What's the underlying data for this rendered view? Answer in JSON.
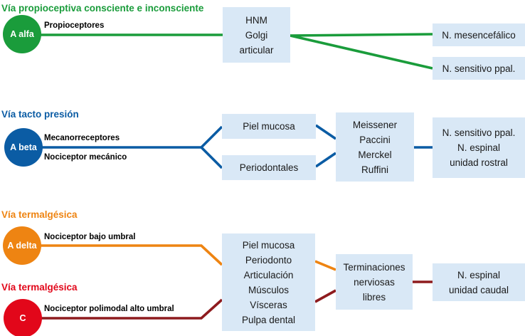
{
  "colors": {
    "green": "#1A9C3B",
    "blue": "#0B5CA4",
    "orange": "#EE8412",
    "red": "#E2071A",
    "dark_red_line": "#8E1B1E",
    "box_fill": "#D9E8F6",
    "box_text": "#1A1A1A"
  },
  "pathways": [
    {
      "heading": "Vía propioceptiva consciente e inconsciente",
      "fiber": "A alfa",
      "receptor_labels": [
        "Propioceptores"
      ],
      "color": "#1A9C3B"
    },
    {
      "heading": "Vía tacto presión",
      "fiber": "A beta",
      "receptor_labels": [
        "Mecanorreceptores",
        "Nociceptor mecánico"
      ],
      "color": "#0B5CA4"
    },
    {
      "heading": "Vía termalgésica",
      "fiber": "A delta",
      "receptor_labels": [
        "Nociceptor bajo umbral"
      ],
      "color": "#EE8412"
    },
    {
      "heading": "Vía termalgésica",
      "fiber": "C",
      "receptor_labels": [
        "Nociceptor polimodal alto umbral"
      ],
      "color": "#E2071A",
      "line_color": "#8E1B1E"
    }
  ],
  "boxes": {
    "hnm": {
      "lines": [
        "HNM",
        "Golgi",
        "articular"
      ]
    },
    "mesencefalico": {
      "lines": [
        "N. mesencefálico"
      ]
    },
    "sensitivo_ppal": {
      "lines": [
        "N. sensitivo ppal."
      ]
    },
    "piel_mucosa": {
      "lines": [
        "Piel mucosa"
      ]
    },
    "periodontales": {
      "lines": [
        "Periodontales"
      ]
    },
    "mecanorreceptor_tipos": {
      "lines": [
        "Meissener",
        "Paccini",
        "Merckel",
        "Ruffini"
      ]
    },
    "rostral": {
      "lines": [
        "N. sensitivo ppal.",
        "N. espinal",
        "unidad rostral"
      ]
    },
    "tejidos": {
      "lines": [
        "Piel mucosa",
        "Periodonto",
        "Articulación",
        "Músculos",
        "Vísceras",
        "Pulpa dental"
      ]
    },
    "terminaciones": {
      "lines": [
        "Terminaciones",
        "nerviosas",
        "libres"
      ]
    },
    "caudal": {
      "lines": [
        "N. espinal",
        "unidad caudal"
      ]
    }
  }
}
